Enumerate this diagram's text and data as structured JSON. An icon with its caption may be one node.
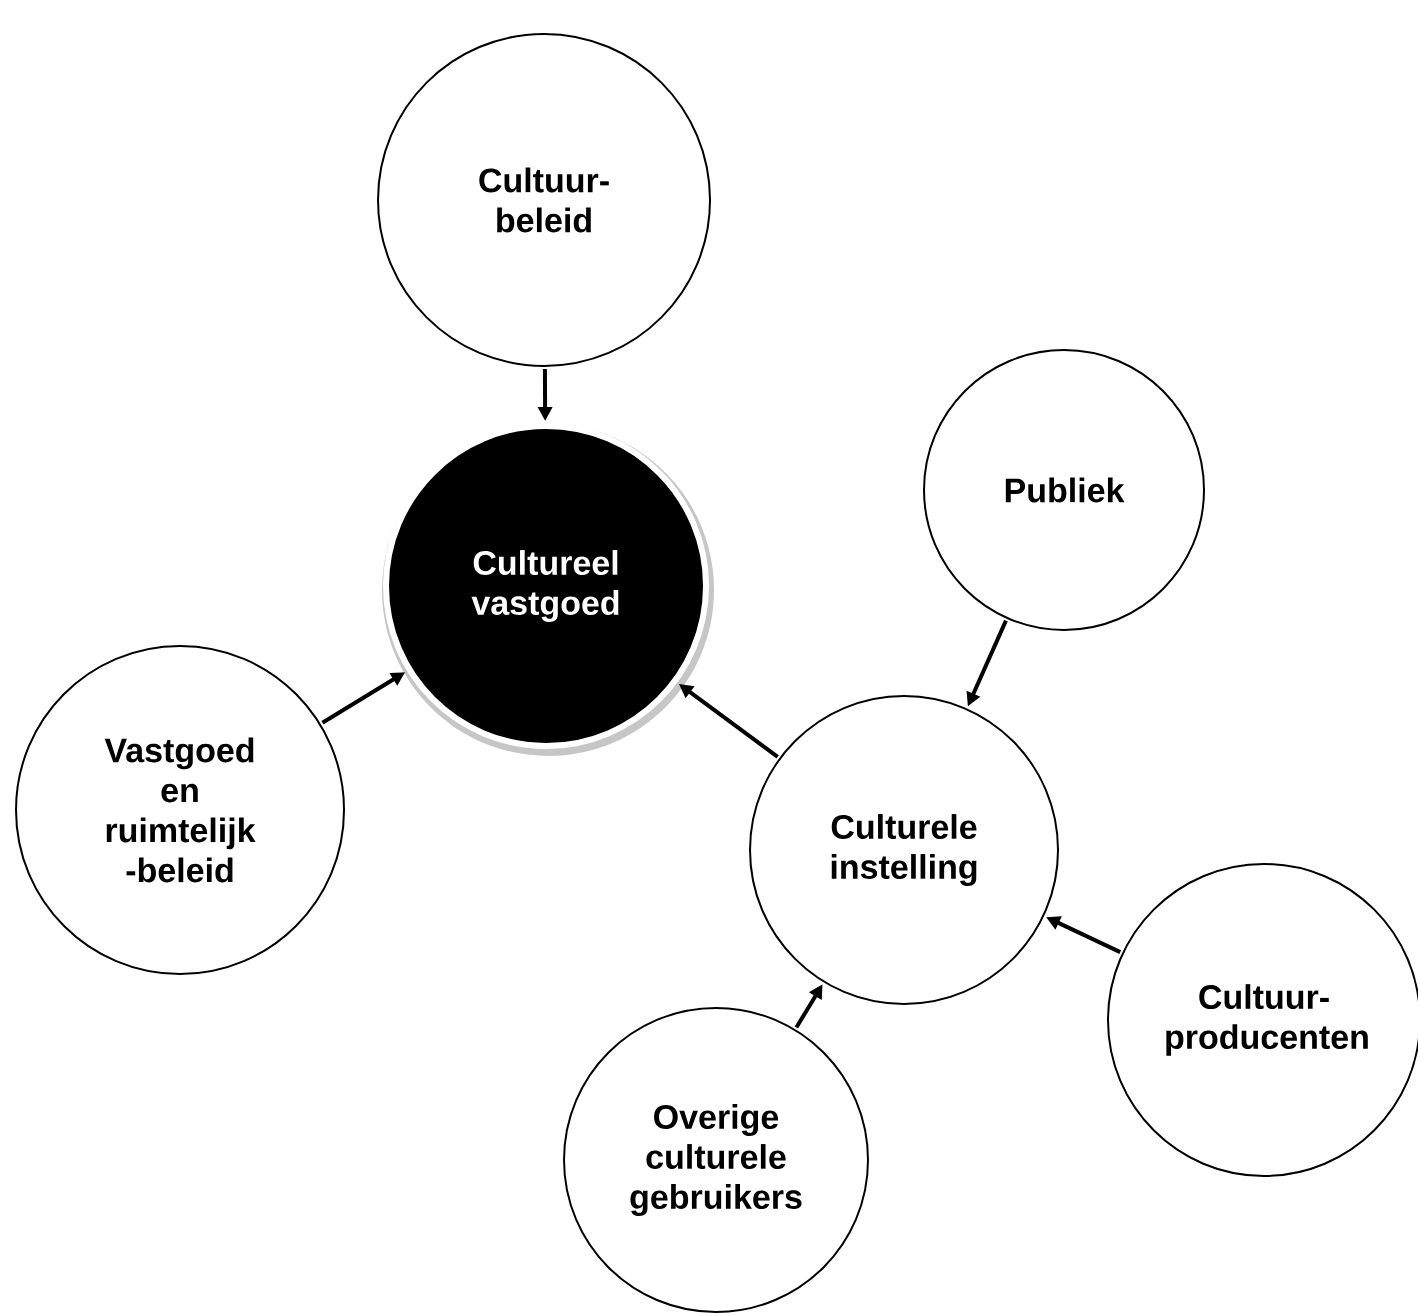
{
  "diagram": {
    "nodes": [
      {
        "text": [
          "Cultuur- beleid"
        ]
      },
      {
        "text": [
          "Cultureel vastgoed"
        ]
      },
      {
        "text": [
          "Publiek"
        ]
      },
      {
        "text": [
          "Vastgoed en ruimtelijk -beleid"
        ]
      },
      {
        "text": [
          "Culturele instelling"
        ]
      },
      {
        "text": [
          "Cultuur- producenten"
        ]
      },
      {
        "text": [
          "Overige culturele gebruikers"
        ]
      }
    ],
    "edges": [
      {
        "from": 0,
        "to": 1,
        "arrow": "to"
      },
      {
        "from": 3,
        "to": 1,
        "arrow": "to"
      },
      {
        "from": 4,
        "to": 1,
        "arrow": "to"
      },
      {
        "from": 2,
        "to": 4,
        "arrow": "to"
      },
      {
        "from": 5,
        "to": 4,
        "arrow": "to"
      },
      {
        "from": 6,
        "to": 4,
        "arrow": "to"
      }
    ]
  }
}
